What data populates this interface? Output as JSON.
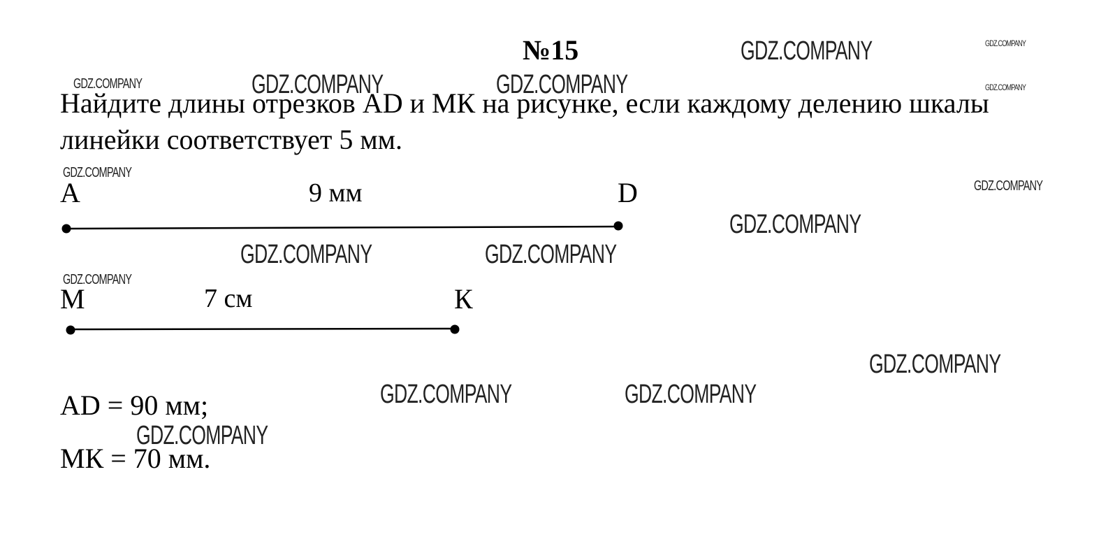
{
  "problem": {
    "number": "№15",
    "text_line1": "Найдите длины отрезков AD и МК на рисунке, если каждому делению шкалы",
    "text_line2": "линейки соответствует 5 мм."
  },
  "figure": {
    "segment_ad": {
      "start_label": "A",
      "end_label": "D",
      "measure_label": "9 мм"
    },
    "segment_mk": {
      "start_label": "М",
      "end_label": "К",
      "measure_label": "7 см"
    }
  },
  "answer": {
    "line1": "AD = 90 мм;",
    "line2": "МК = 70 мм."
  },
  "watermark": {
    "text": "GDZ.COMPANY"
  },
  "colors": {
    "ink": "#000000",
    "background": "#ffffff"
  }
}
